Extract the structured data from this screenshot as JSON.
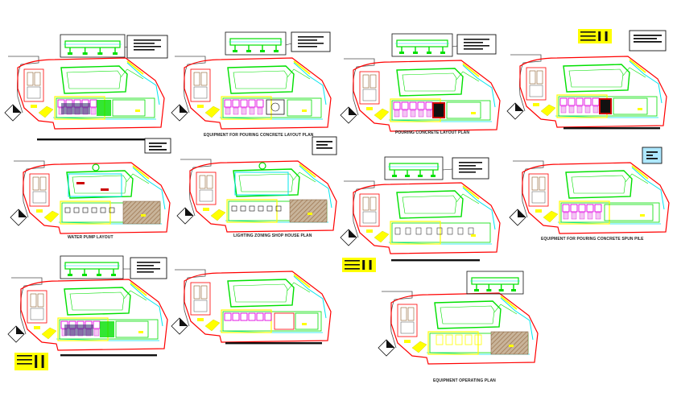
{
  "drawing": {
    "colors": {
      "site_boundary": "#ff0000",
      "road_outline": "#4d4d4d",
      "yard_green": "#00e000",
      "water_cyan": "#00e5ee",
      "work_yellow": "#ffff00",
      "magenta_blocks": "#e000e0",
      "hatch_brown": "#a07a55",
      "text_black": "#111111",
      "background": "#ffffff"
    },
    "plans": [
      {
        "id": "plan-1",
        "title": "",
        "variant": "machines-a",
        "has_title_block": true,
        "has_inset": true
      },
      {
        "id": "plan-2",
        "title": "EQUIPMENT FOR POURING CONCRETE LAYOUT PLAN",
        "variant": "equipment",
        "has_title_block": true,
        "has_inset": true
      },
      {
        "id": "plan-3",
        "title": "POURING CONCRETE LAYOUT PLAN",
        "variant": "pouring",
        "has_title_block": true,
        "has_inset": true
      },
      {
        "id": "plan-4",
        "title": "",
        "variant": "pouring-b",
        "has_title_block": true,
        "has_inset": false
      },
      {
        "id": "plan-5",
        "title": "WATER PUMP LAYOUT",
        "variant": "water",
        "has_title_block": true,
        "has_inset": false
      },
      {
        "id": "plan-6",
        "title": "LIGHTING ZONING SHOP HOUSE PLAN",
        "variant": "lighting",
        "has_title_block": true,
        "has_inset": false
      },
      {
        "id": "plan-7",
        "title": "",
        "variant": "plain",
        "has_title_block": true,
        "has_inset": true
      },
      {
        "id": "plan-8",
        "title": "EQUIPMENT FOR POURING CONCRETE SPUN PILE",
        "variant": "spun",
        "has_title_block": false,
        "has_inset": false
      },
      {
        "id": "plan-9",
        "title": "",
        "variant": "machines-b",
        "has_title_block": true,
        "has_inset": true
      },
      {
        "id": "plan-10",
        "title": "",
        "variant": "shophouse",
        "has_title_block": false,
        "has_inset": false
      },
      {
        "id": "plan-11",
        "title": "EQUIPMENT OPERATING PLAN",
        "variant": "operating",
        "has_title_block": true,
        "has_inset": true
      }
    ]
  }
}
